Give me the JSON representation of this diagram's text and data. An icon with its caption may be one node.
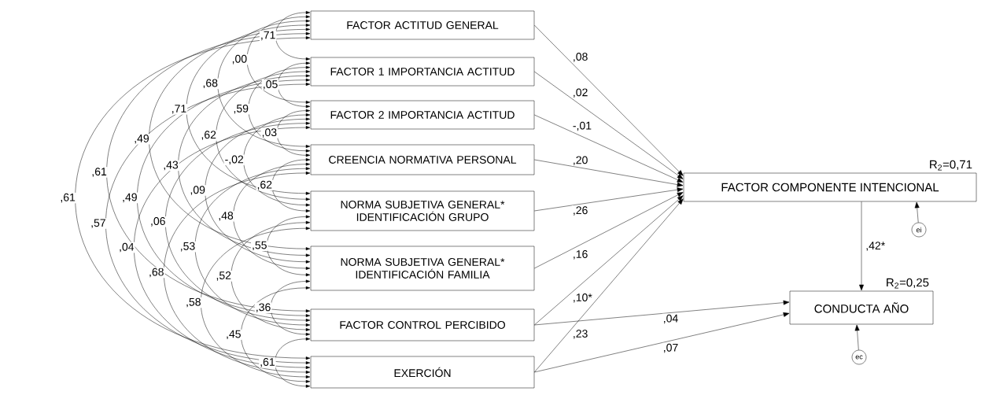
{
  "diagram": {
    "nodes": [
      {
        "text": [
          "FACTOR ACTITUD GENERAL"
        ]
      },
      {
        "text": [
          "FACTOR 1 IMPORTANCIA ACTITUD"
        ]
      },
      {
        "text": [
          "FACTOR 2 IMPORTANCIA ACTITUD"
        ]
      },
      {
        "text": [
          "CREENCIA NORMATIVA PERSONAL"
        ]
      },
      {
        "text": [
          "NORMA SUBJETIVA GENERAL* IDENTIFICACIÓN GRUPO"
        ]
      },
      {
        "text": [
          "NORMA SUBJETIVA GENERAL* IDENTIFICACIÓN FAMILIA"
        ]
      },
      {
        "text": [
          "FACTOR CONTROL PERCIBIDO"
        ]
      },
      {
        "text": [
          "EXERCIÓN"
        ]
      },
      {
        "text": [
          "FACTOR COMPONENTE INTENCIONAL"
        ],
        "beside": [
          "R$_{2}$=0,71"
        ]
      },
      {
        "text": [
          "CONDUCTA AÑO"
        ],
        "beside": [
          "R$_{2}$=0,25"
        ]
      },
      {
        "text": [
          "ei"
        ]
      },
      {
        "text": [
          "ec"
        ]
      }
    ],
    "edges": [
      {
        "from": 0,
        "to": 1,
        "arrow": "both",
        "label": ",71"
      },
      {
        "from": 1,
        "to": 2,
        "arrow": "both",
        "label": ",05"
      },
      {
        "from": 2,
        "to": 3,
        "arrow": "both",
        "label": ",03"
      },
      {
        "from": 3,
        "to": 4,
        "arrow": "both",
        "label": ",62"
      },
      {
        "from": 4,
        "to": 5,
        "arrow": "both",
        "label": ",55"
      },
      {
        "from": 5,
        "to": 6,
        "arrow": "both",
        "label": ",36"
      },
      {
        "from": 6,
        "to": 7,
        "arrow": "both",
        "label": ",61"
      },
      {
        "from": 0,
        "to": 2,
        "arrow": "both",
        "label": ",00"
      },
      {
        "from": 1,
        "to": 3,
        "arrow": "both",
        "label": ",59"
      },
      {
        "from": 2,
        "to": 4,
        "arrow": "both",
        "label": "-,02"
      },
      {
        "from": 3,
        "to": 5,
        "arrow": "both",
        "label": ",48"
      },
      {
        "from": 4,
        "to": 6,
        "arrow": "both",
        "label": ",52"
      },
      {
        "from": 5,
        "to": 7,
        "arrow": "both",
        "label": ",45"
      },
      {
        "from": 0,
        "to": 3,
        "arrow": "both",
        "label": ",68"
      },
      {
        "from": 1,
        "to": 4,
        "arrow": "both",
        "label": ",62"
      },
      {
        "from": 2,
        "to": 5,
        "arrow": "both",
        "label": ",09"
      },
      {
        "from": 3,
        "to": 6,
        "arrow": "both",
        "label": ",53"
      },
      {
        "from": 4,
        "to": 7,
        "arrow": "both",
        "label": ",58"
      },
      {
        "from": 0,
        "to": 4,
        "arrow": "both",
        "label": ",71"
      },
      {
        "from": 1,
        "to": 5,
        "arrow": "both",
        "label": ",43"
      },
      {
        "from": 2,
        "to": 6,
        "arrow": "both",
        "label": ",06"
      },
      {
        "from": 3,
        "to": 7,
        "arrow": "both",
        "label": ",68"
      },
      {
        "from": 0,
        "to": 5,
        "arrow": "both",
        "label": ",49"
      },
      {
        "from": 1,
        "to": 6,
        "arrow": "both",
        "label": ",49"
      },
      {
        "from": 2,
        "to": 7,
        "arrow": "both",
        "label": ",04"
      },
      {
        "from": 0,
        "to": 6,
        "arrow": "both",
        "label": ",61"
      },
      {
        "from": 1,
        "to": 7,
        "arrow": "both",
        "label": ",57"
      },
      {
        "from": 0,
        "to": 7,
        "arrow": "both",
        "label": ",61"
      },
      {
        "from": 0,
        "to": 8,
        "arrow": "to",
        "label": ",08"
      },
      {
        "from": 1,
        "to": 8,
        "arrow": "to",
        "label": ",02"
      },
      {
        "from": 2,
        "to": 8,
        "arrow": "to",
        "label": "-,01"
      },
      {
        "from": 3,
        "to": 8,
        "arrow": "to",
        "label": ",20"
      },
      {
        "from": 4,
        "to": 8,
        "arrow": "to",
        "label": ",26"
      },
      {
        "from": 5,
        "to": 8,
        "arrow": "to",
        "label": ",16"
      },
      {
        "from": 6,
        "to": 8,
        "arrow": "to",
        "label": ",10*"
      },
      {
        "from": 7,
        "to": 8,
        "arrow": "to",
        "label": ",23"
      },
      {
        "from": 6,
        "to": 9,
        "arrow": "to",
        "label": ",04"
      },
      {
        "from": 7,
        "to": 9,
        "arrow": "to",
        "label": ",07"
      },
      {
        "from": 8,
        "to": 9,
        "arrow": "to",
        "label": ",42*"
      },
      {
        "from": 10,
        "to": 8,
        "arrow": "to"
      },
      {
        "from": 11,
        "to": 9,
        "arrow": "to"
      }
    ]
  }
}
